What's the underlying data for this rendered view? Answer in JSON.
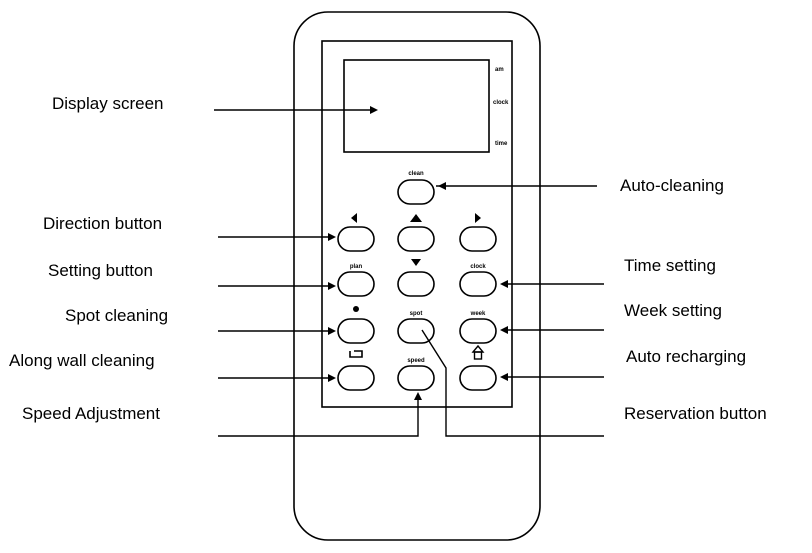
{
  "callouts": {
    "display_screen": "Display screen",
    "auto_cleaning": "Auto-cleaning",
    "direction_button": "Direction button",
    "setting_button": "Setting button",
    "time_setting": "Time setting",
    "spot_cleaning": "Spot cleaning",
    "week_setting": "Week setting",
    "along_wall_cleaning": "Along wall cleaning",
    "auto_recharging": "Auto recharging",
    "speed_adjustment": "Speed Adjustment",
    "reservation_button": "Reservation button"
  },
  "remote": {
    "screen_indicators": [
      "am",
      "clock",
      "time"
    ],
    "button_labels": {
      "clean": "clean",
      "plan": "plan",
      "clock": "clock",
      "spot": "spot",
      "week": "week",
      "speed": "speed"
    },
    "icons": {
      "left": "arrow-left-icon",
      "up": "arrow-up-icon",
      "right": "arrow-right-icon",
      "down": "arrow-down-icon",
      "spot": "spot-icon",
      "wall": "wall-follow-icon",
      "home": "home-icon"
    }
  },
  "colors": {
    "ink": "#000000",
    "background": "#ffffff"
  }
}
